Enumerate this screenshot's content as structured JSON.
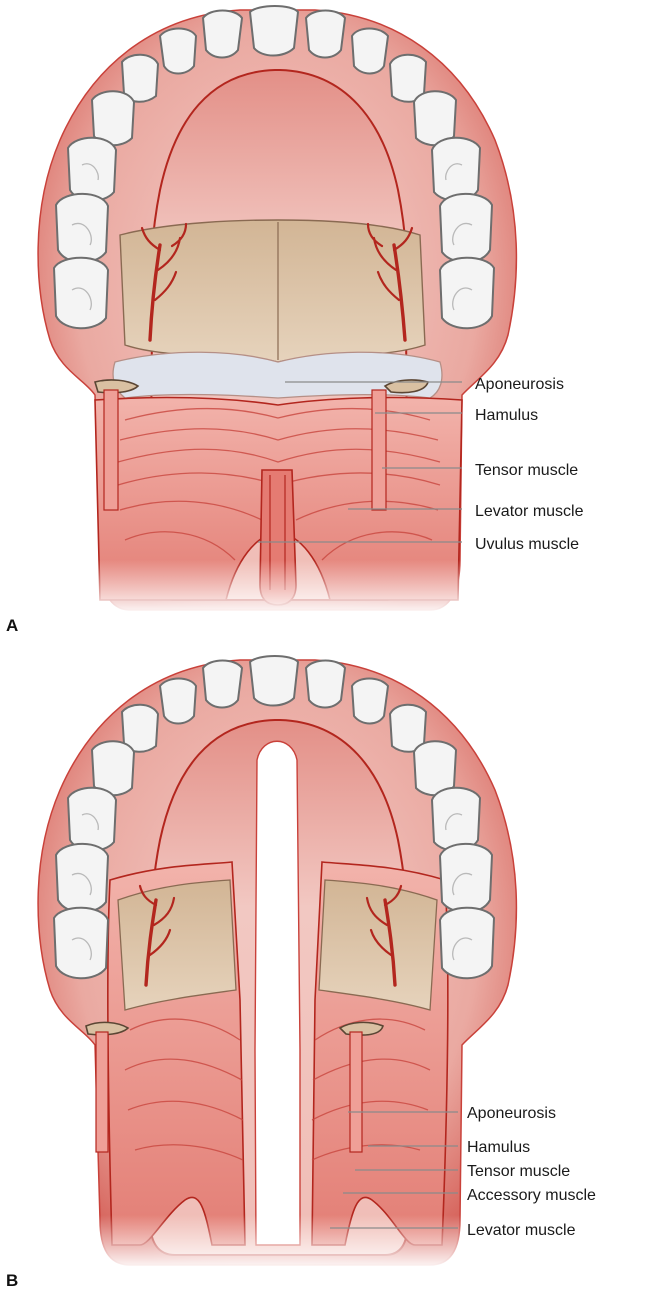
{
  "panels": [
    {
      "letter": "A",
      "labels": [
        "Aponeurosis",
        "Hamulus",
        "Tensor muscle",
        "Levator muscle",
        "Uvulus muscle"
      ]
    },
    {
      "letter": "B",
      "labels": [
        "Aponeurosis",
        "Hamulus",
        "Tensor muscle",
        "Accessory muscle",
        "Levator muscle"
      ]
    }
  ],
  "colors": {
    "gum": "#ecb1aa",
    "gum_dark": "#c9413a",
    "palate": "#f1c2bc",
    "bone": "#dbc3a6",
    "aponeurosis": "#dfe3ec",
    "muscle": "#e9958d",
    "vessel": "#b3261e",
    "tooth": "#f4f4f4"
  }
}
